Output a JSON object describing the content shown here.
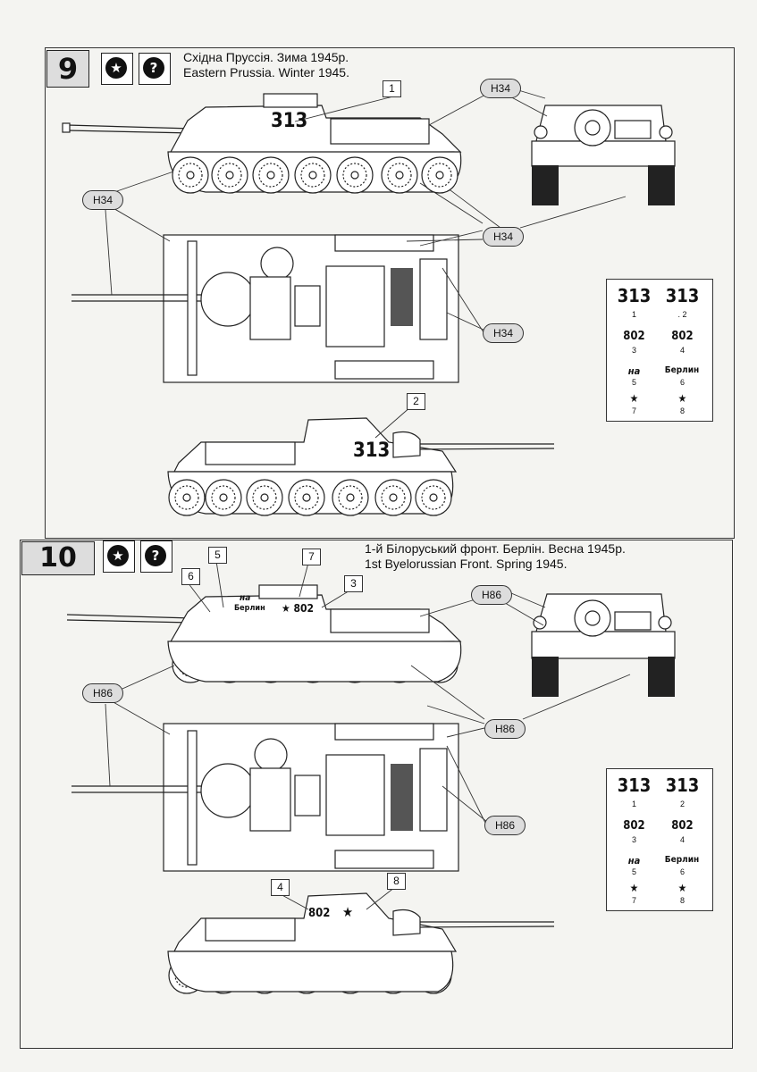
{
  "steps": [
    {
      "number": "9",
      "caption_ua": "Східна Пруссія. Зима 1945р.",
      "caption_en": "Eastern Prussia. Winter 1945.",
      "paint_code": "H34",
      "hull_marking": "313",
      "callouts": [
        "1",
        "2"
      ],
      "decal_sheet": {
        "items": [
          {
            "text": "313",
            "num": "1"
          },
          {
            "text": "313",
            "num": ". 2"
          },
          {
            "text": "802",
            "num": "3"
          },
          {
            "text": "802",
            "num": "4"
          },
          {
            "text": "на",
            "num": "5"
          },
          {
            "text": "Берлин",
            "num": "6"
          },
          {
            "text": "★",
            "num": "7"
          },
          {
            "text": "★",
            "num": "8"
          }
        ]
      }
    },
    {
      "number": "10",
      "caption_ua": "1-й Білоруський фронт. Берлін. Весна 1945р.",
      "caption_en": "1st Byelorussian Front. Spring 1945.",
      "paint_code": "H86",
      "hull_marking_top_a": "на",
      "hull_marking_top_b": "Берлин",
      "hull_marking_top_c": "802",
      "hull_marking_rear": "802",
      "callouts": [
        "4",
        "5",
        "6",
        "7",
        "3",
        "8"
      ],
      "decal_sheet": {
        "items": [
          {
            "text": "313",
            "num": "1"
          },
          {
            "text": "313",
            "num": "2"
          },
          {
            "text": "802",
            "num": "3"
          },
          {
            "text": "802",
            "num": "4"
          },
          {
            "text": "на",
            "num": "5"
          },
          {
            "text": "Берлин",
            "num": "6"
          },
          {
            "text": "★",
            "num": "7"
          },
          {
            "text": "★",
            "num": "8"
          }
        ]
      }
    }
  ],
  "icons": {
    "star": "★",
    "question": "?"
  },
  "colors": {
    "paper": "#f4f4f1",
    "ink": "#111111",
    "pill": "#dddddd"
  }
}
